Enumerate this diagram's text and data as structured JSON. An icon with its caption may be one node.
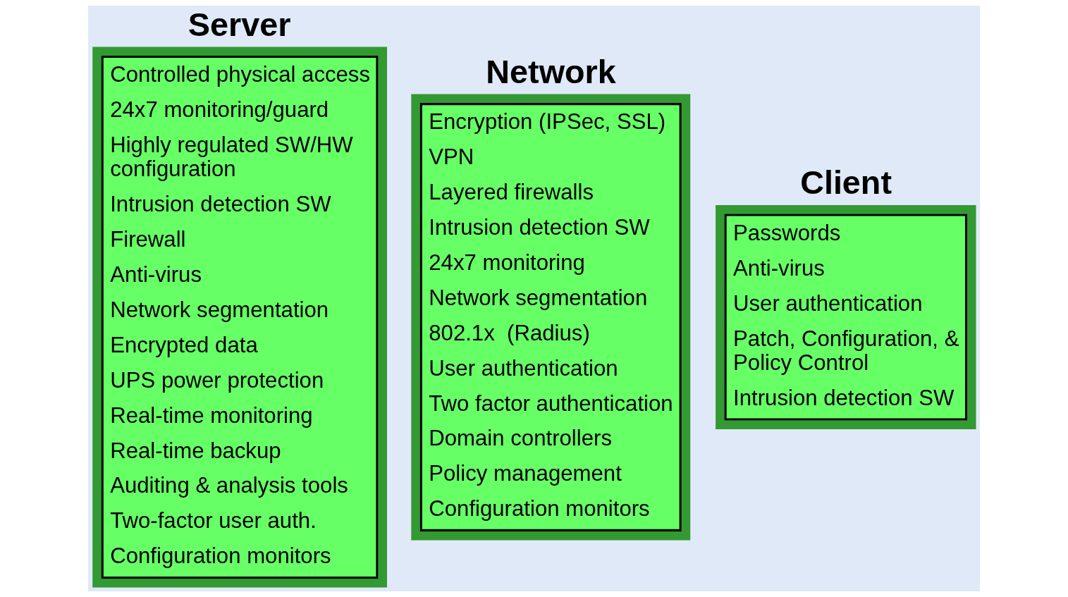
{
  "diagram": {
    "nodes": [
      {
        "text": [
          "Server",
          "Controlled physical access",
          "24x7 monitoring/guard",
          "Highly regulated SW/HW configuration",
          "Intrusion detection SW",
          "Firewall",
          "Anti-virus",
          "Network segmentation",
          "Encrypted data",
          "UPS power protection",
          "Real-time monitoring",
          "Real-time backup",
          "Auditing & analysis tools",
          "Two-factor user auth.",
          "Configuration monitors"
        ]
      },
      {
        "text": [
          "Network",
          "Encryption (IPSec, SSL)",
          "VPN",
          "Layered firewalls",
          "Intrusion detection SW",
          "24x7 monitoring",
          "Network segmentation",
          "802.1x  (Radius)",
          "User authentication",
          "Two factor authentication",
          "Domain controllers",
          "Policy management",
          "Configuration monitors"
        ]
      },
      {
        "text": [
          "Client",
          "Passwords",
          "Anti-virus",
          "User authentication",
          "Patch, Configuration, & Policy Control",
          "Intrusion detection SW"
        ]
      }
    ],
    "edges": []
  }
}
